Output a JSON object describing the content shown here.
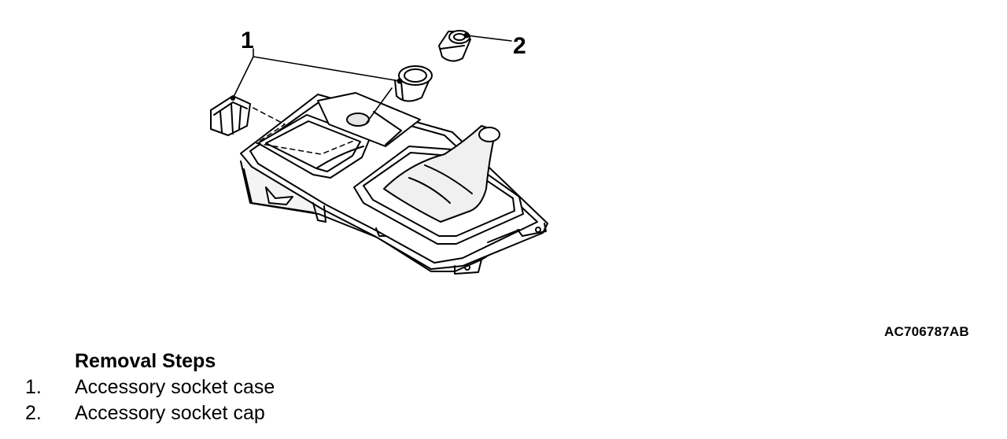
{
  "diagram": {
    "callouts": [
      "1",
      "2"
    ],
    "figure_code": "AC706787AB"
  },
  "removal": {
    "title": "Removal Steps",
    "steps": [
      {
        "number": "1.",
        "label": "Accessory socket case"
      },
      {
        "number": "2.",
        "label": "Accessory socket cap"
      }
    ]
  }
}
